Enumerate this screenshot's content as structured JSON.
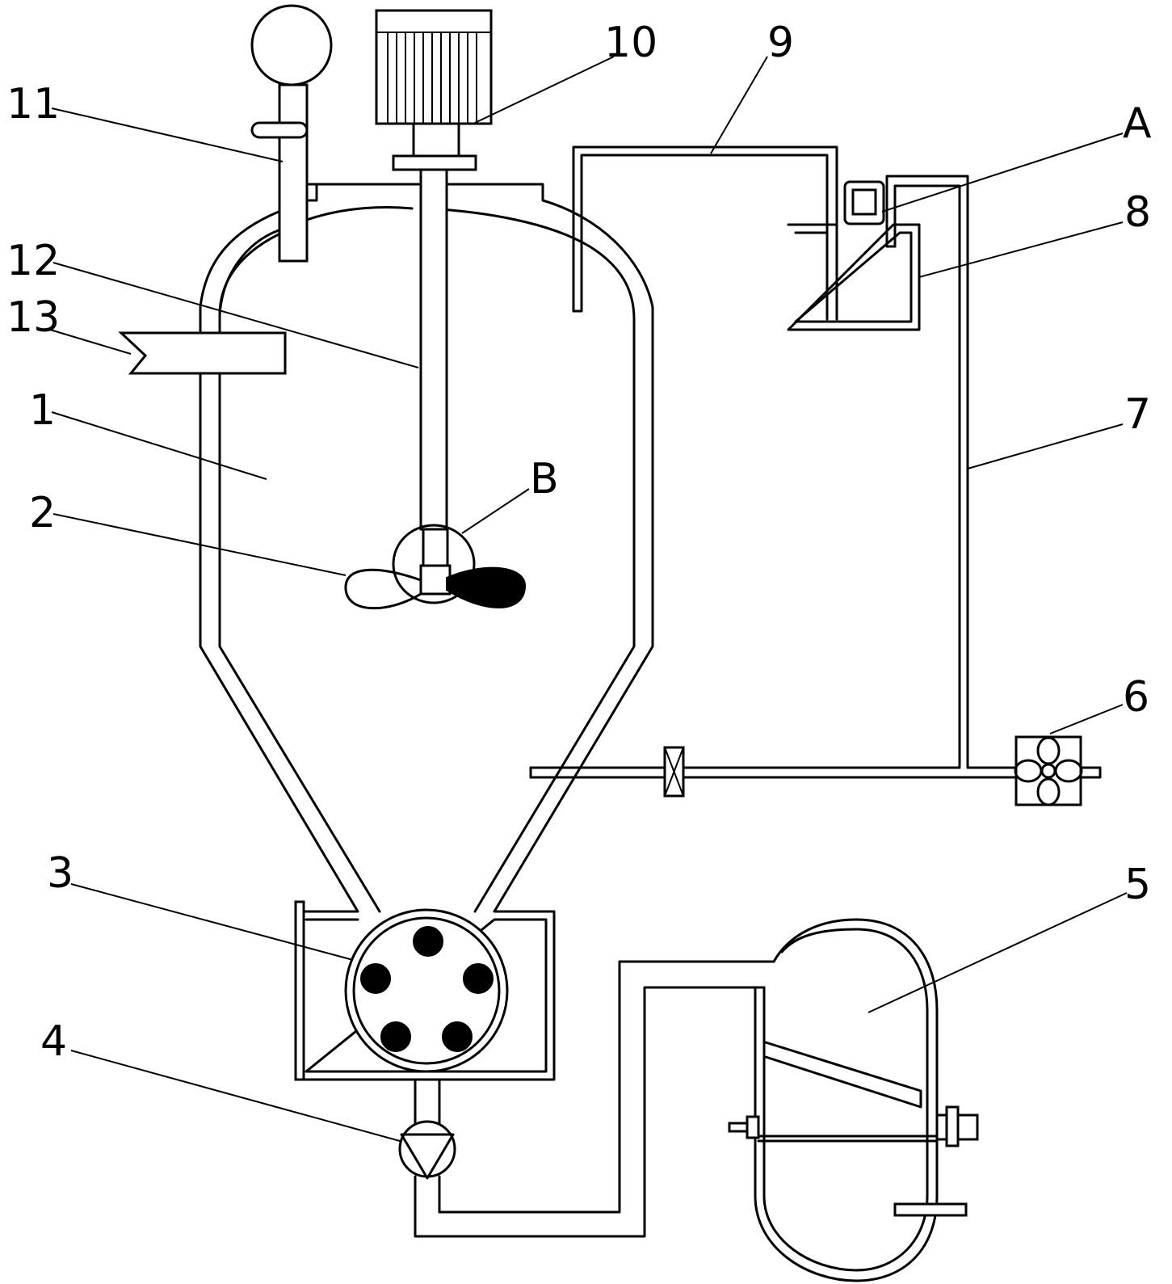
{
  "labels": {
    "l1": "1",
    "l2": "2",
    "l3": "3",
    "l4": "4",
    "l5": "5",
    "l6": "6",
    "l7": "7",
    "l8": "8",
    "l9": "9",
    "l10": "10",
    "l11": "11",
    "l12": "12",
    "l13": "13",
    "lA": "A",
    "lB": "B"
  }
}
